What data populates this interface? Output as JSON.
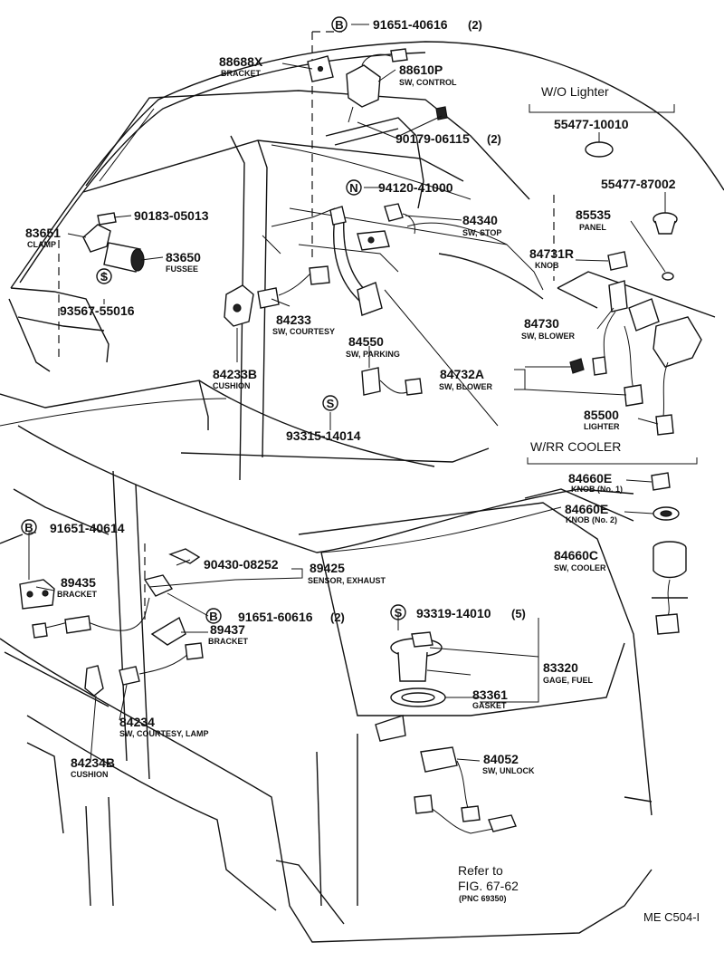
{
  "callouts": {
    "p_91651_40616": {
      "symbol": "B",
      "number": "91651-40616",
      "qty": "(2)"
    },
    "p_88688X": {
      "number": "88688X",
      "desc": "BRACKET"
    },
    "p_88610P": {
      "number": "88610P",
      "desc": "SW, CONTROL"
    },
    "p_90179_06115": {
      "number": "90179-06115",
      "qty": "(2)"
    },
    "p_94120_41000": {
      "symbol": "N",
      "number": "94120-41000"
    },
    "p_90183_05013": {
      "number": "90183-05013"
    },
    "p_84340": {
      "number": "84340",
      "desc": "SW, STOP"
    },
    "p_83651": {
      "number": "83651",
      "desc": "CLAMP"
    },
    "p_83650": {
      "number": "83650",
      "desc": "FUSSEE"
    },
    "p_93567_55016": {
      "symbol": "S",
      "number": "93567-55016"
    },
    "p_84233": {
      "number": "84233",
      "desc": "SW, COURTESY"
    },
    "p_84550": {
      "number": "84550",
      "desc": "SW, PARKING"
    },
    "p_84233B": {
      "number": "84233B",
      "desc": "CUSHION"
    },
    "p_93315_14014": {
      "symbol": "S",
      "number": "93315-14014"
    },
    "p_55477_10010": {
      "number": "55477-10010"
    },
    "p_55477_87002": {
      "number": "55477-87002"
    },
    "p_85535": {
      "number": "85535",
      "desc": "PANEL"
    },
    "p_84731R": {
      "number": "84731R",
      "desc": "KNOB"
    },
    "p_84730": {
      "number": "84730",
      "desc": "SW, BLOWER"
    },
    "p_84732A": {
      "number": "84732A",
      "desc": "SW, BLOWER"
    },
    "p_85500": {
      "number": "85500",
      "desc": "LIGHTER"
    },
    "p_84660E_1": {
      "number": "84660E",
      "desc": "KNOB (No. 1)"
    },
    "p_84660E_2": {
      "number": "84660E",
      "desc": "KNOB (No. 2)"
    },
    "p_84660C": {
      "number": "84660C",
      "desc": "SW, COOLER"
    },
    "p_91651_40614": {
      "symbol": "B",
      "number": "91651-40614"
    },
    "p_89435": {
      "number": "89435",
      "desc": "BRACKET"
    },
    "p_90430_08252": {
      "number": "90430-08252"
    },
    "p_89425": {
      "number": "89425",
      "desc": "SENSOR, EXHAUST"
    },
    "p_91651_60616": {
      "symbol": "B",
      "number": "91651-60616",
      "qty": "(2)"
    },
    "p_89437": {
      "number": "89437",
      "desc": "BRACKET"
    },
    "p_93319_14010": {
      "symbol": "S",
      "number": "93319-14010",
      "qty": "(5)"
    },
    "p_83320": {
      "number": "83320",
      "desc": "GAGE, FUEL"
    },
    "p_83361": {
      "number": "83361",
      "desc": "GASKET"
    },
    "p_84234": {
      "number": "84234",
      "desc": "SW, COURTESY, LAMP"
    },
    "p_84234B": {
      "number": "84234B",
      "desc": "CUSHION"
    },
    "p_84052": {
      "number": "84052",
      "desc": "SW, UNLOCK"
    }
  },
  "groups": {
    "wo_lighter": "W/O Lighter",
    "wrr_cooler": "W/RR COOLER"
  },
  "reference": {
    "line1": "Refer to",
    "line2": "FIG. 67-62",
    "line3": "(PNC 69350)"
  },
  "footer_code": "ME C504-I"
}
